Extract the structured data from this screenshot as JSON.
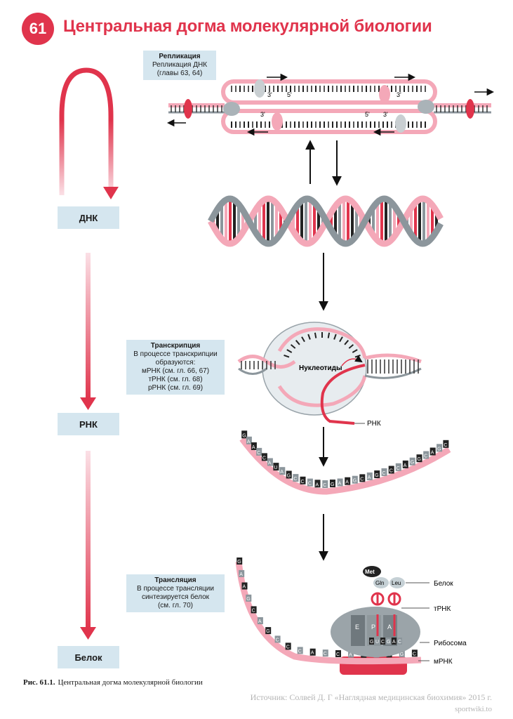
{
  "header": {
    "number": "61",
    "title": "Центральная догма молекулярной биологии"
  },
  "stages": {
    "dna": "ДНК",
    "rna": "РНК",
    "protein": "Белок"
  },
  "replication": {
    "title": "Репликация",
    "lines": [
      "Репликация ДНК",
      "(главы 63, 64)"
    ]
  },
  "transcription": {
    "title": "Транскрипция",
    "lines": [
      "В процессе транскрипции",
      "образуются:",
      "мРНК (см. гл. 66, 67)",
      "тРНК (см. гл. 68)",
      "рРНК (см. гл. 69)"
    ]
  },
  "translation": {
    "title": "Трансляция",
    "lines": [
      "В процессе трансляции",
      "синтезируется белок",
      "(см. гл. 70)"
    ]
  },
  "diagram": {
    "nucleotides_label": "Нуклеотиды",
    "rna_label": "РНК",
    "three_prime": "3'",
    "five_prime": "5'",
    "rna_bases_top": [
      "G",
      "A",
      "A",
      "C",
      "C",
      "A",
      "U"
    ],
    "rna_bases_mid": [
      "A",
      "G",
      "C",
      "C",
      "C",
      "A",
      "C",
      "G",
      "A",
      "A",
      "G",
      "C",
      "A",
      "G",
      "C",
      "C",
      "C",
      "A",
      "G",
      "G",
      "C",
      "A",
      "G",
      "C"
    ],
    "mrna_bases_bottom": [
      "G",
      "A",
      "A",
      "G",
      "C",
      "A",
      "G",
      "C",
      "C",
      "C",
      "A",
      "C",
      "C",
      "A",
      "G",
      "C",
      "A",
      "G",
      "C"
    ],
    "ribosome_sites": [
      "E",
      "P",
      "A"
    ],
    "amino_acids": [
      "Met",
      "Gln",
      "Leu"
    ],
    "anticodons": [
      "G",
      "U",
      "C",
      "G",
      "A",
      "C"
    ],
    "labels": {
      "protein": "Белок",
      "trna": "тРНК",
      "ribosome": "Рибосома",
      "mrna": "мРНК"
    }
  },
  "caption": {
    "fig": "Рис. 61.1.",
    "text": "Центральная догма молекулярной биологии"
  },
  "source": "Источник: Солвей Д. Г «Наглядная медицинская биохимия» 2015 г.",
  "site": "sportwiki.to",
  "colors": {
    "accent": "#e0344c",
    "panel": "#d5e6ef",
    "strand_pink": "#f4a8b8",
    "strand_gray": "#8c969c"
  }
}
